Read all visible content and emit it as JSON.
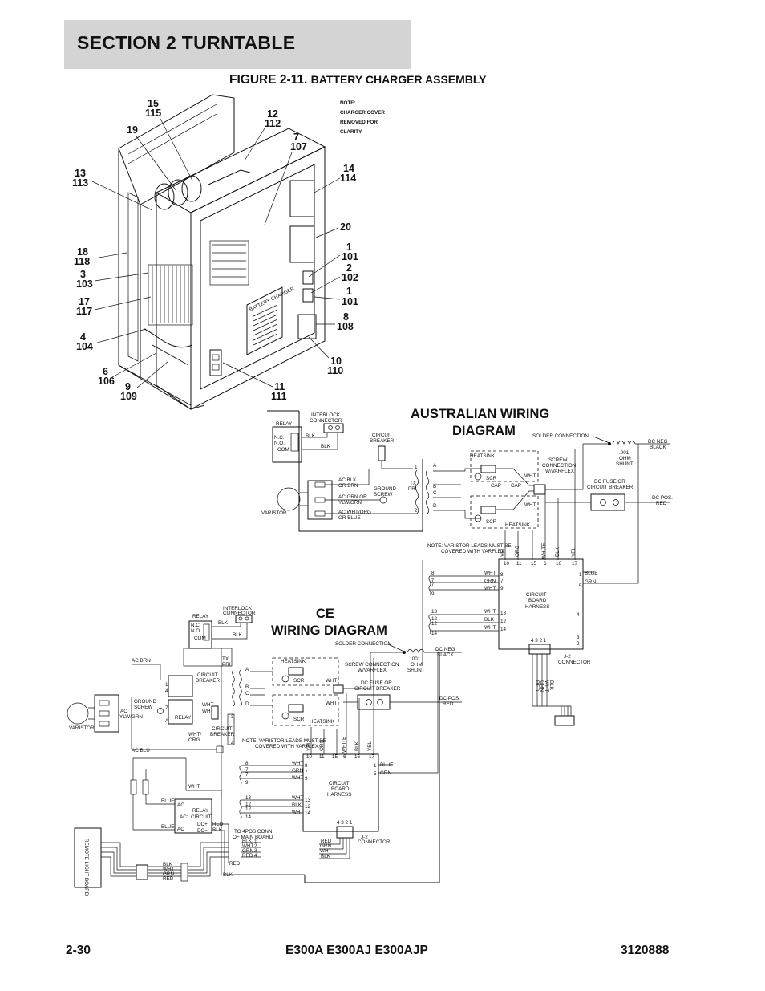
{
  "header": {
    "section": "SECTION 2   TURNTABLE",
    "figure_title_main": "FIGURE 2-11.",
    "figure_title_sub": "BATTERY CHARGER ASSEMBLY"
  },
  "assembly": {
    "note": [
      "NOTE:",
      "CHARGER COVER",
      "REMOVED FOR",
      "CLARITY."
    ],
    "plate_label": "BATTERY CHARGER",
    "callouts": [
      {
        "a": "15",
        "b": "115"
      },
      {
        "a": "12",
        "b": "112"
      },
      {
        "a": "19",
        "b": ""
      },
      {
        "a": "7",
        "b": "107"
      },
      {
        "a": "13",
        "b": "113"
      },
      {
        "a": "14",
        "b": "114"
      },
      {
        "a": "20",
        "b": ""
      },
      {
        "a": "18",
        "b": "118"
      },
      {
        "a": "1",
        "b": "101"
      },
      {
        "a": "2",
        "b": "102"
      },
      {
        "a": "3",
        "b": "103"
      },
      {
        "a": "1",
        "b": "101"
      },
      {
        "a": "17",
        "b": "117"
      },
      {
        "a": "8",
        "b": "108"
      },
      {
        "a": "4",
        "b": "104"
      },
      {
        "a": "10",
        "b": "110"
      },
      {
        "a": "6",
        "b": "106"
      },
      {
        "a": "9",
        "b": "109"
      },
      {
        "a": "11",
        "b": "111"
      }
    ]
  },
  "australian": {
    "title_line1": "AUSTRALIAN  WIRING",
    "title_line2": "DIAGRAM",
    "labels": {
      "relay": "RELAY",
      "nc": "N.C.",
      "no": "N.O.",
      "com": "COM",
      "interlock1": "INTERLOCK",
      "interlock2": "CONNECTOR",
      "blk": "BLK",
      "cb1": "CIRCUIT",
      "cb2": "BREAKER",
      "ac_blk": "AC BLK",
      "or_brn": "OR BRN",
      "ac_grn": "AC GRN OR",
      "ylw_grn": "YLW/GRN",
      "ac_wht": "AC WHT/ORG",
      "or_blue": "OR BLUE",
      "ground1": "GROUND",
      "ground2": "SCREW",
      "tx": "TX",
      "pri": "PRI",
      "varistor": "VARISTOR",
      "solder": "SOLDER CONNECTION",
      "dc_neg1": "DC NEG",
      "dc_neg2": "BLACK",
      "shunt1": ".001",
      "shunt2": "OHM",
      "shunt3": "SHUNT",
      "heatsink": "HEATSINK",
      "scr": "SCR",
      "wht": "WHT",
      "cap": "CAP",
      "screw1": "SCREW",
      "screw2": "CONNECTION",
      "screw3": "W/VARFLEX",
      "fuse1": "DC FUSE OR",
      "fuse2": "CIRCUIT BREAKER",
      "dc_pos1": "DC POS.",
      "dc_pos2": "RED",
      "note1": "NOTE: VARISTOR LEADS MUST BE",
      "note2": "COVERED WITH VARFLEX.",
      "yel": "YEL",
      "org": "ORG",
      "white": "WHITE",
      "blue": "BLUE",
      "grn": "GRN",
      "board1": "CIRCUIT",
      "board2": "BOARD",
      "board3": "HARNESS",
      "j2": "J-2",
      "connector": "CONNECTOR",
      "red": "RED"
    }
  },
  "ce": {
    "title_line1": "CE",
    "title_line2": "WIRING DIAGRAM",
    "labels": {
      "relay": "RELAY",
      "nc": "N.C.",
      "no": "N.O.",
      "com": "COM",
      "interlock1": "INTERLOCK",
      "interlock2": "CONNECTOR",
      "blk": "BLK",
      "ac_brn": "AC BRN",
      "tx": "TX",
      "pri": "PRI",
      "cb1": "CIRCUIT",
      "cb2": "BREAKER",
      "wht": "WHT",
      "ground1": "GROUND",
      "ground2": "SCREW",
      "ac": "AC",
      "ylw_grn": "YLW/GRN",
      "varistor": "VARISTOR",
      "wht_org1": "WHT/",
      "wht_org2": "ORG",
      "ac_blu": "AC BLU",
      "solder": "SOLDER CONNECTION",
      "dc_neg1": "DC NEG",
      "dc_neg2": "BLACK",
      "shunt1": ".001",
      "shunt2": "OHM",
      "shunt3": "SHUNT",
      "heatsink": "HEATSINK",
      "scr": "SCR",
      "screw1": "SCREW CONNECTION",
      "screw2": "W/VARFLEX",
      "fuse1": "DC FUSE OR",
      "fuse2": "CIRCUIT BREAKER",
      "dc_pos1": "DC POS.",
      "dc_pos2": "RED",
      "note": "NOTE: VARISTOR LEADS MUST BE",
      "note2": "COVERED WITH VARFLEX.",
      "blue": "BLUE",
      "grn": "GRN",
      "red": "RED",
      "relay2_1": "RELAY",
      "ac1": "AC1",
      "circuit": "CIRCUIT",
      "dc_plus": "DC+",
      "dc_minus": "DC−",
      "board1": "CIRCUIT",
      "board2": "BOARD",
      "board3": "HARNESS",
      "j2": "J-2",
      "connector": "CONNECTOR",
      "to4pos1": "TO 4POS CONN",
      "to4pos2": "OF MAIN BOARD",
      "remote": "REMOTE LIGHT BOARD",
      "yel": "YEL",
      "org": "ORG",
      "white": "WHITE"
    }
  },
  "footer": {
    "page": "2-30",
    "models": "E300A E300AJ E300AJP",
    "doc_number": "3120888"
  }
}
